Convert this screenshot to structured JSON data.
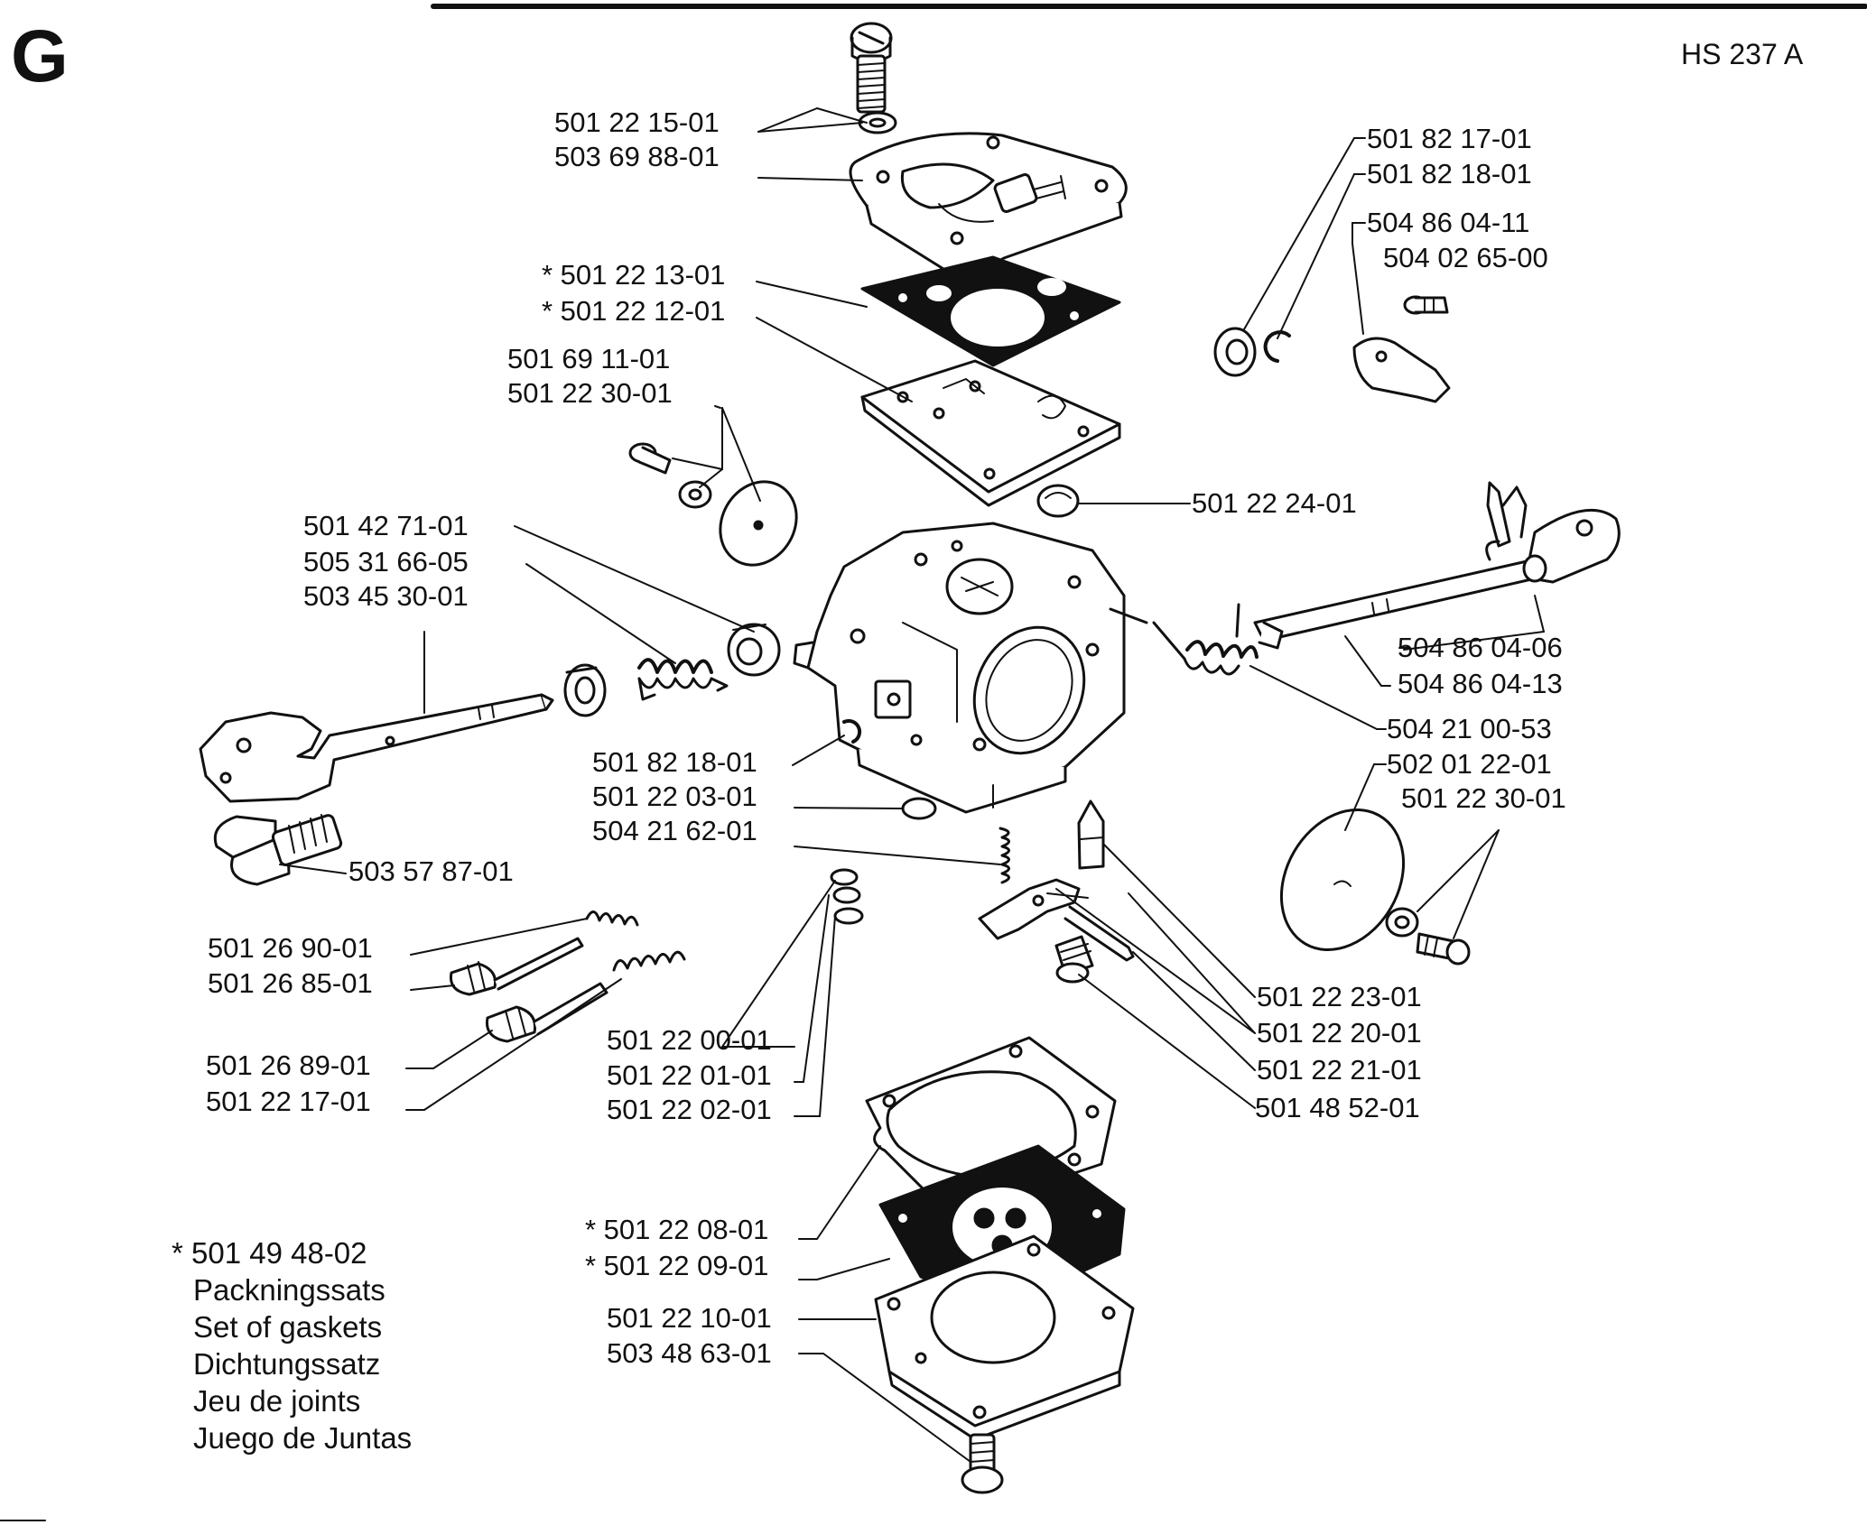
{
  "header": {
    "section_letter": "G",
    "page_code": "HS 237 A"
  },
  "callouts": [
    {
      "id": "c1",
      "text": "501 22 15-01"
    },
    {
      "id": "c2",
      "text": "503 69 88-01"
    },
    {
      "id": "c3",
      "text": "* 501 22 13-01"
    },
    {
      "id": "c4",
      "text": "* 501 22 12-01"
    },
    {
      "id": "c5",
      "text": "501 69 11-01"
    },
    {
      "id": "c6",
      "text": "501 22 30-01"
    },
    {
      "id": "c7",
      "text": "501 42 71-01"
    },
    {
      "id": "c8",
      "text": "505 31 66-05"
    },
    {
      "id": "c9",
      "text": "503 45 30-01"
    },
    {
      "id": "c10",
      "text": "501 82 18-01"
    },
    {
      "id": "c11",
      "text": "501 22 03-01"
    },
    {
      "id": "c12",
      "text": "504 21 62-01"
    },
    {
      "id": "c13",
      "text": "503 57 87-01"
    },
    {
      "id": "c14",
      "text": "501 26 90-01"
    },
    {
      "id": "c15",
      "text": "501 26 85-01"
    },
    {
      "id": "c16",
      "text": "501 26 89-01"
    },
    {
      "id": "c17",
      "text": "501 22 17-01"
    },
    {
      "id": "c18",
      "text": "501 22 00-01"
    },
    {
      "id": "c19",
      "text": "501 22 01-01"
    },
    {
      "id": "c20",
      "text": "501 22 02-01"
    },
    {
      "id": "c21",
      "text": "* 501 22 08-01"
    },
    {
      "id": "c22",
      "text": "* 501 22 09-01"
    },
    {
      "id": "c23",
      "text": "501 22 10-01"
    },
    {
      "id": "c24",
      "text": "503 48 63-01"
    },
    {
      "id": "c25",
      "text": "501 82 17-01"
    },
    {
      "id": "c26",
      "text": "501 82 18-01"
    },
    {
      "id": "c27",
      "text": "504 86 04-11"
    },
    {
      "id": "c28",
      "text": "504 02 65-00"
    },
    {
      "id": "c29",
      "text": "501 22 24-01"
    },
    {
      "id": "c30",
      "text": "504 86 04-06"
    },
    {
      "id": "c31",
      "text": "504 86 04-13"
    },
    {
      "id": "c32",
      "text": "504 21 00-53"
    },
    {
      "id": "c33",
      "text": "502 01 22-01"
    },
    {
      "id": "c34",
      "text": "501 22 30-01"
    },
    {
      "id": "c35",
      "text": "501 22 23-01"
    },
    {
      "id": "c36",
      "text": "501 22 20-01"
    },
    {
      "id": "c37",
      "text": "501 22 21-01"
    },
    {
      "id": "c38",
      "text": "501 48 52-01"
    }
  ],
  "gasket_kit": {
    "part_number": "* 501 49 48-02",
    "names": [
      "Packningssats",
      "Set of gaskets",
      "Dichtungssatz",
      "Jeu de joints",
      "Juego de Juntas"
    ]
  }
}
